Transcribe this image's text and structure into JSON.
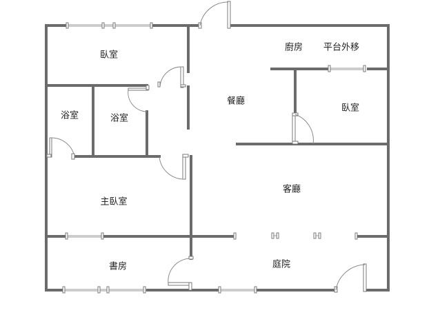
{
  "rooms": {
    "bedroom_top_left": "臥室",
    "kitchen": "廚房",
    "balcony": "平台外移",
    "dining": "餐廳",
    "bedroom_right": "臥室",
    "bathroom_left": "浴室",
    "bathroom_middle": "浴室",
    "living_room": "客廳",
    "master_bedroom": "主臥室",
    "study": "書房",
    "courtyard": "庭院"
  },
  "colors": {
    "wall": "#6b6b6b",
    "text": "#222222",
    "background": "#ffffff"
  }
}
